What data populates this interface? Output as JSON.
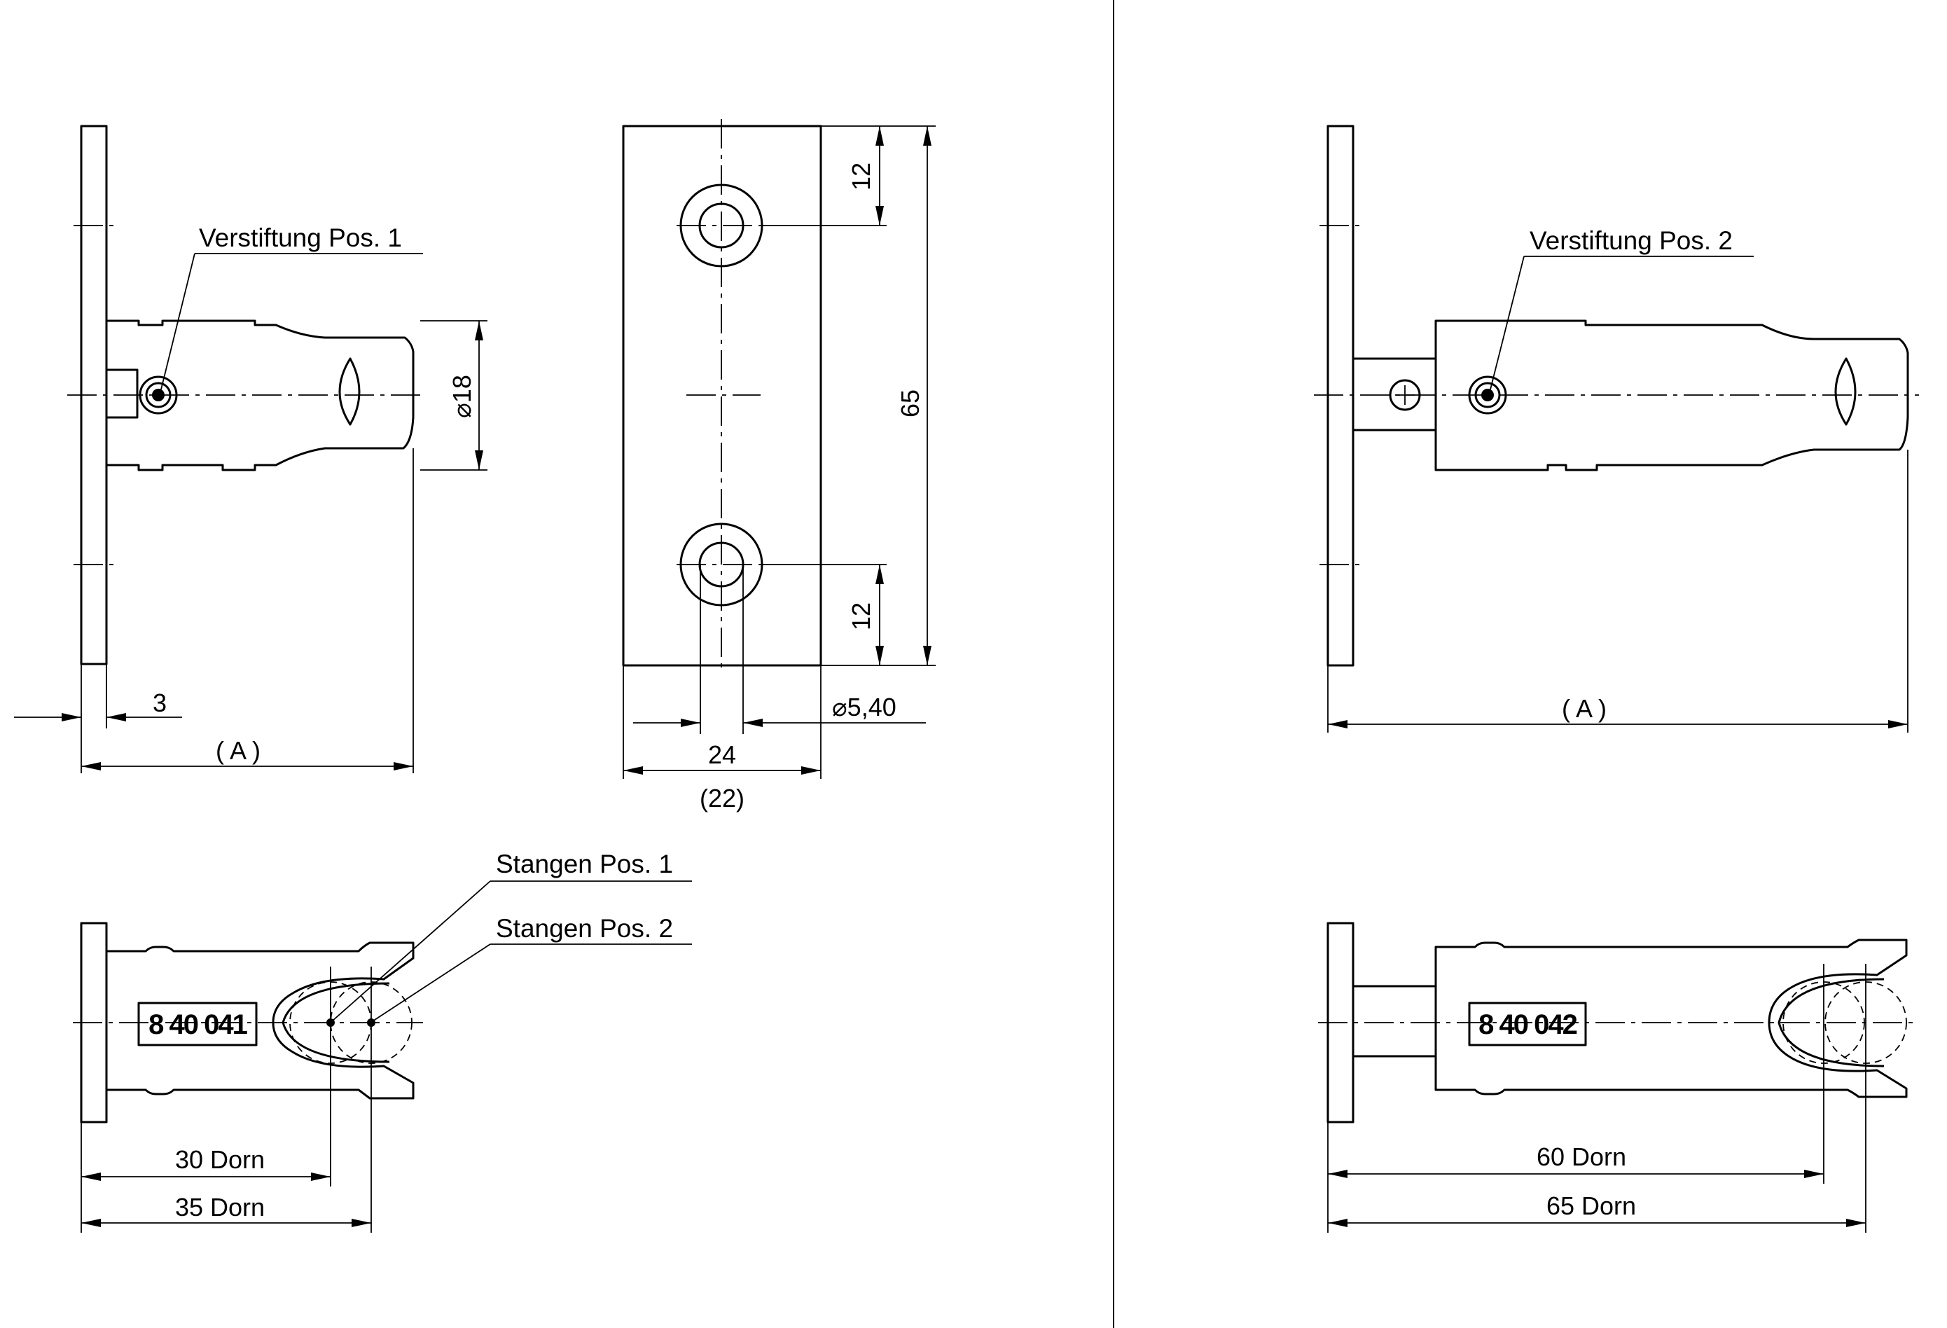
{
  "drawing": {
    "left_view": {
      "callout": "Verstiftung Pos. 1",
      "dim_diameter": "⌀18",
      "dim_flange_thickness": "3",
      "dim_overall": "( A )"
    },
    "plate_view": {
      "dim_top_hole": "12",
      "dim_bottom_hole": "12",
      "dim_height": "65",
      "dim_hole_diameter": "⌀5,40",
      "dim_width": "24",
      "dim_width_ref": "(22)"
    },
    "right_view": {
      "callout": "Verstiftung Pos. 2",
      "dim_overall": "( A )"
    },
    "bottom_left": {
      "callout_rod_1": "Stangen Pos. 1",
      "callout_rod_2": "Stangen Pos. 2",
      "article_number": "8 40 041",
      "dim_1": "30 Dorn",
      "dim_2": "35 Dorn"
    },
    "bottom_right": {
      "article_number": "8 40 042",
      "dim_1": "60 Dorn",
      "dim_2": "65 Dorn"
    }
  }
}
